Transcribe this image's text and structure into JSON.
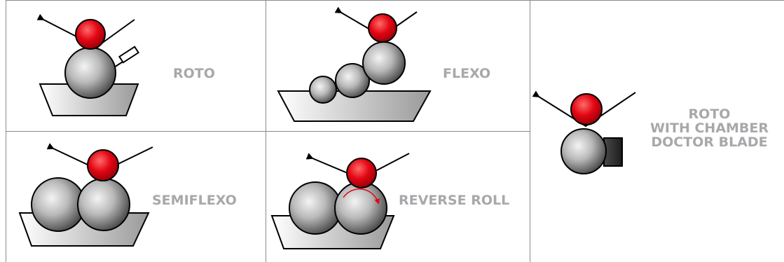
{
  "panels": {
    "roto": {
      "label": "ROTO"
    },
    "flexo": {
      "label": "FLEXO"
    },
    "semiflexo": {
      "label": "SEMIFLEXO"
    },
    "reverse_roll": {
      "label": "REVERSE ROLL"
    },
    "roto_chamber": {
      "line1": "ROTO",
      "line2": "WITH CHAMBER",
      "line3": "DOCTOR BLADE"
    }
  },
  "colors": {
    "impression_roller": "#e30613",
    "label_text": "#a7a8aa",
    "grid_line": "#8a8a8a",
    "outline": "#000000",
    "rotation_arrow": "#e30613"
  },
  "icons": {
    "arrow": "web-direction-arrow-icon",
    "blade": "doctor-blade-icon",
    "chamber": "chamber-doctor-blade-icon"
  }
}
